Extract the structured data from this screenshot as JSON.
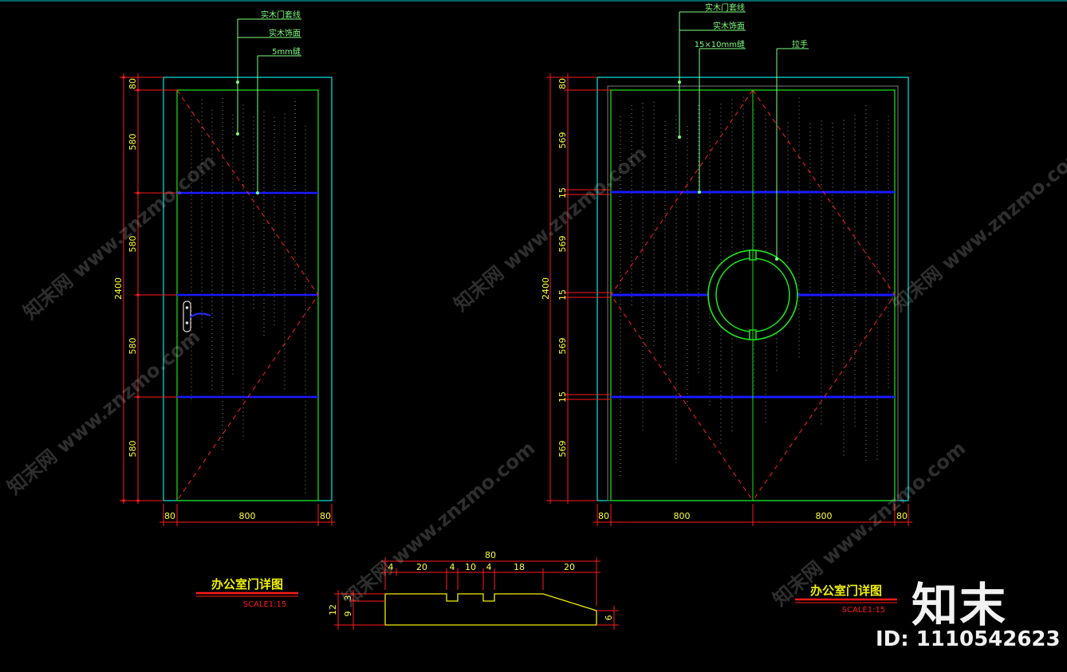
{
  "colors": {
    "background": "#000000",
    "frame": "#00e6e6",
    "inner": "#19e619",
    "rail": "#1a1aff",
    "dim": "#ff1a1a",
    "dim_text": "#ffff33",
    "section": "#f0f000"
  },
  "left_door": {
    "callouts": [
      "实木门套线",
      "实木饰面",
      "5mm缝"
    ],
    "dims_vertical": [
      "80",
      "580",
      "580",
      "580",
      "580"
    ],
    "total_height": "2400",
    "dims_bottom": [
      "80",
      "800",
      "80"
    ],
    "title": "办公室门详图",
    "scale": "SCALE1:15"
  },
  "right_door": {
    "callouts": [
      "实木门套线",
      "实木饰面",
      "15×10mm缝",
      "拉手"
    ],
    "dims_vertical": [
      "80",
      "569",
      "15",
      "569",
      "15",
      "569",
      "15",
      "569"
    ],
    "total_height": "2400",
    "dims_bottom": [
      "80",
      "800",
      "800",
      "80"
    ],
    "title": "办公室门详图",
    "scale": "SCALE1:15"
  },
  "section": {
    "total_width": "80",
    "dims_top": [
      "4",
      "20",
      "4",
      "10",
      "4",
      "18",
      "20"
    ],
    "dims_left": [
      "3",
      "12",
      "9"
    ],
    "dim_right": "6"
  },
  "watermark": {
    "logo": "知末",
    "id": "ID: 1110542623",
    "diag_text": "知末网 www.znzmo.com"
  }
}
